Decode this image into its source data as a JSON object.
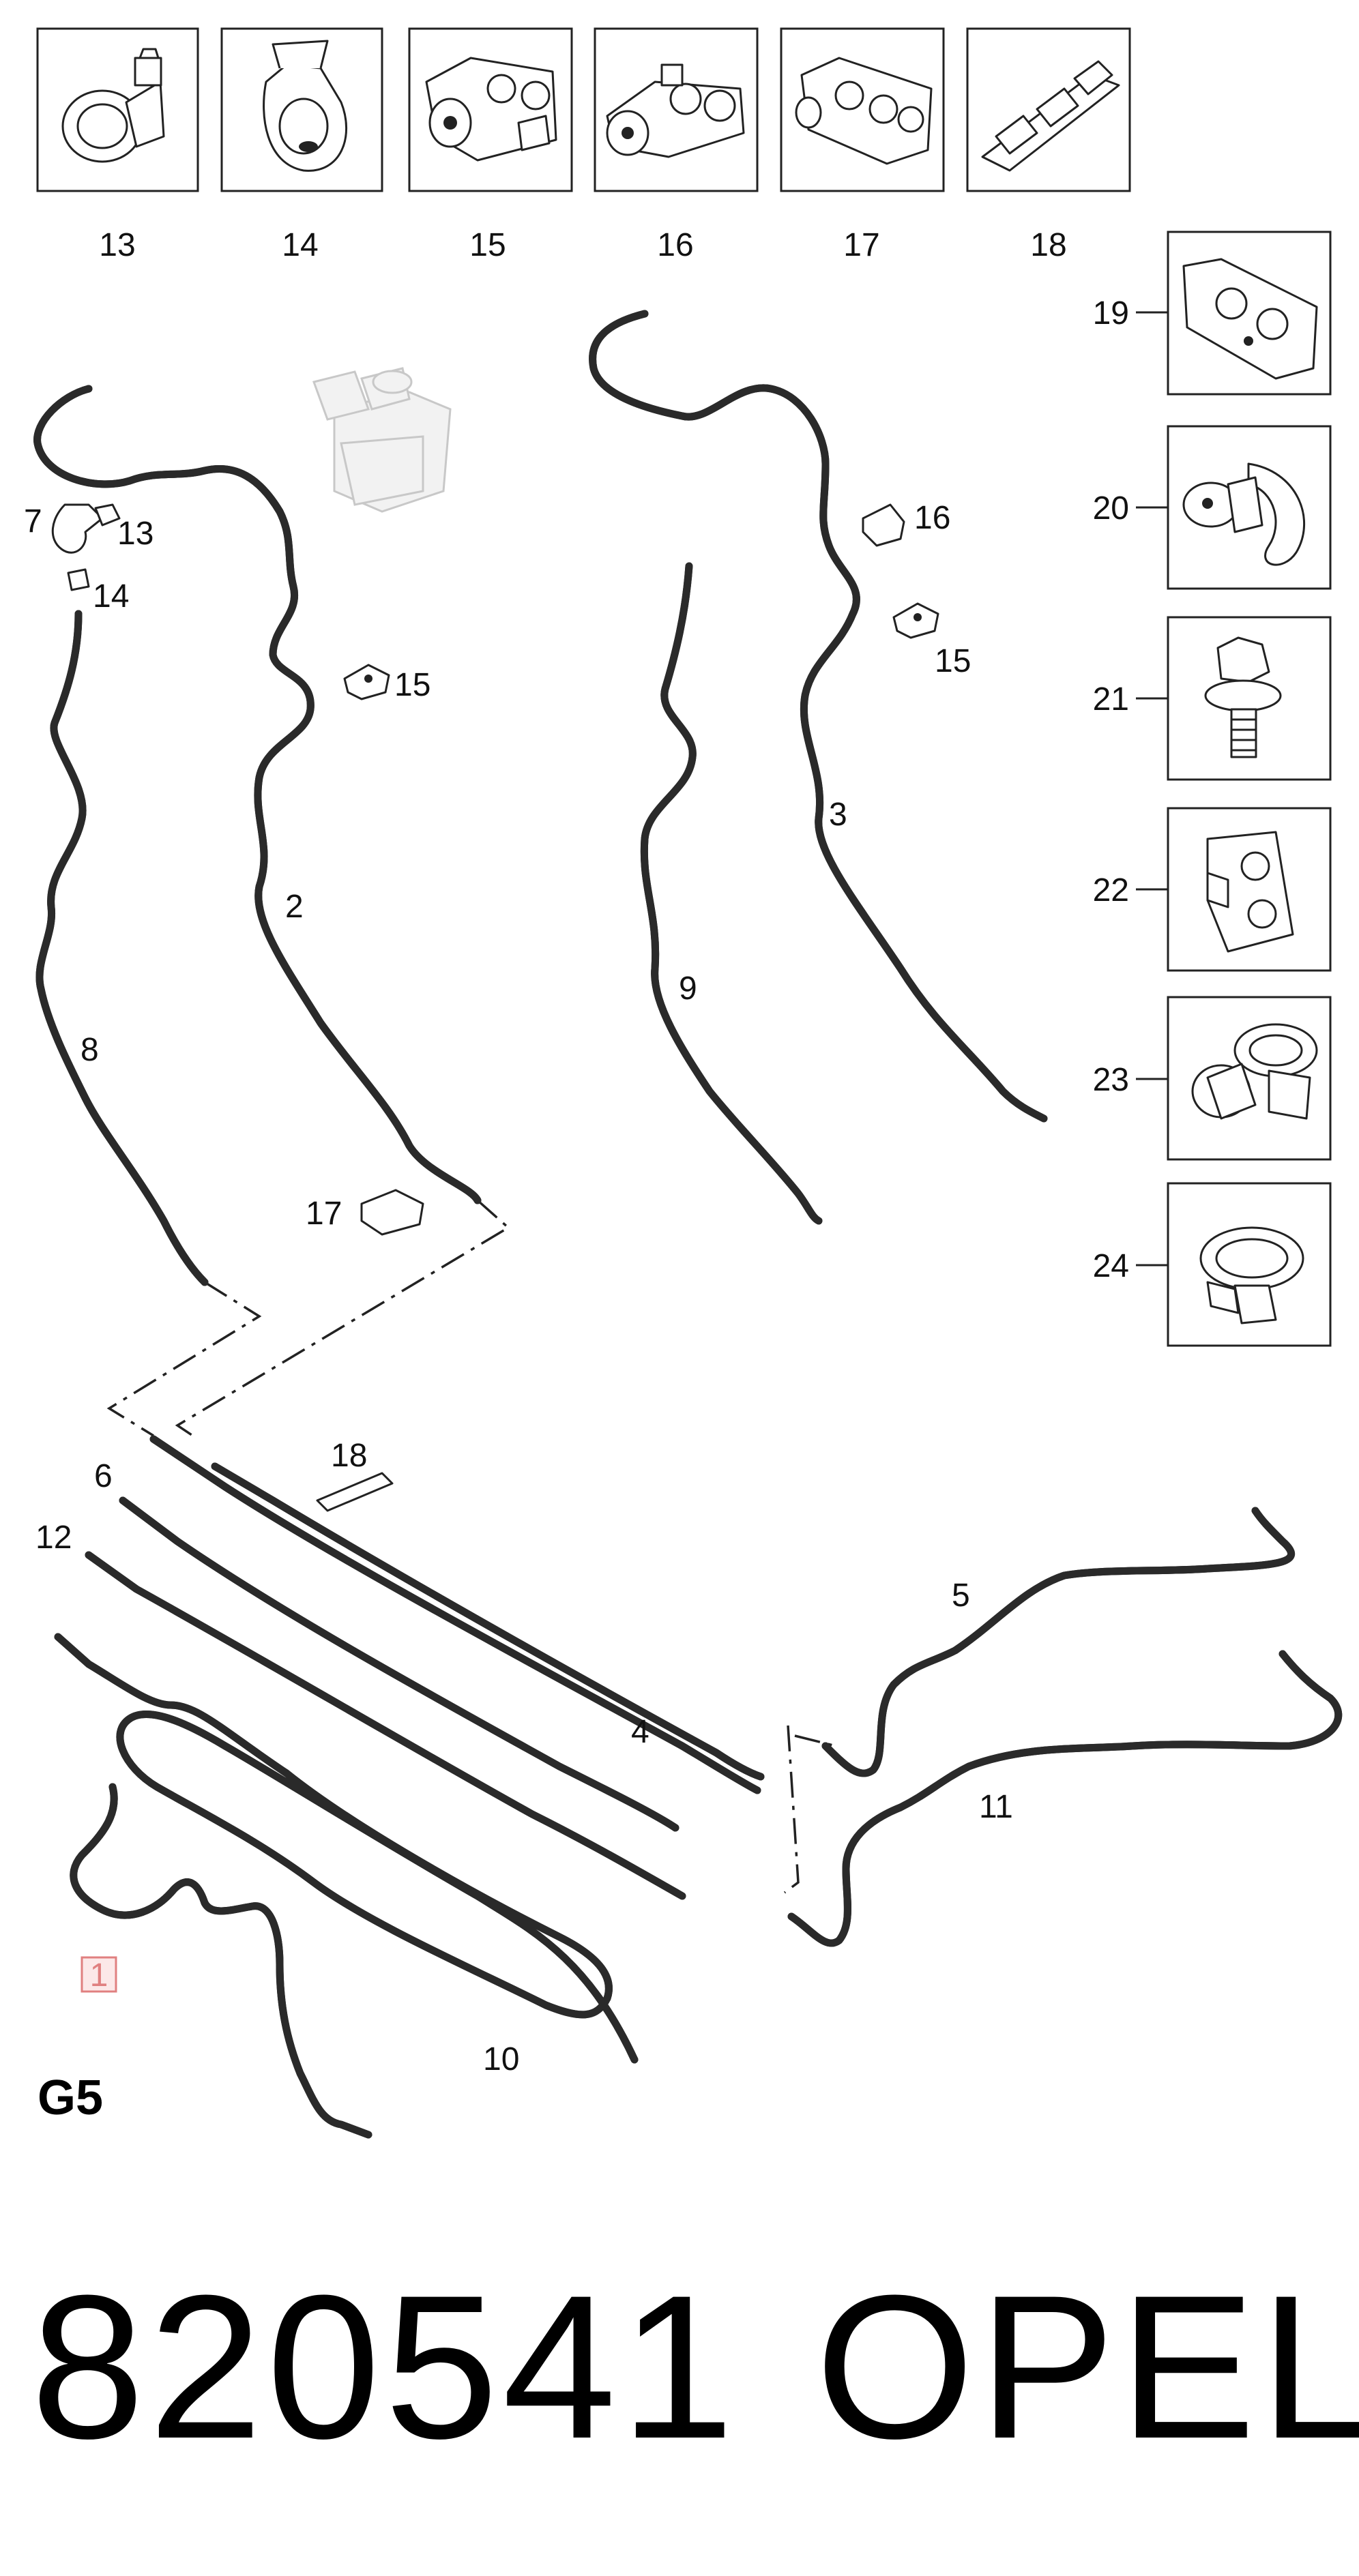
{
  "top_parts": [
    {
      "num": "13",
      "icon": "pipe-clip-icon"
    },
    {
      "num": "14",
      "icon": "strap-clip-icon"
    },
    {
      "num": "15",
      "icon": "double-clip-icon"
    },
    {
      "num": "16",
      "icon": "screw-clip-icon"
    },
    {
      "num": "17",
      "icon": "triple-clip-icon"
    },
    {
      "num": "18",
      "icon": "rail-clip-icon"
    }
  ],
  "side_parts": [
    {
      "num": "19",
      "icon": "bracket-icon"
    },
    {
      "num": "20",
      "icon": "hose-clamp-icon"
    },
    {
      "num": "21",
      "icon": "bolt-icon"
    },
    {
      "num": "22",
      "icon": "retainer-icon"
    },
    {
      "num": "23",
      "icon": "clip-icon"
    },
    {
      "num": "24",
      "icon": "ring-clamp-icon"
    }
  ],
  "callouts": {
    "c7": "7",
    "c13": "13",
    "c14": "14",
    "c15a": "15",
    "c16": "16",
    "c15b": "15",
    "c3": "3",
    "c2": "2",
    "c9": "9",
    "c8": "8",
    "c17": "17",
    "c18": "18",
    "c6": "6",
    "c12": "12",
    "c5": "5",
    "c4": "4",
    "c11": "11",
    "c1": "1",
    "c10": "10"
  },
  "grid_ref": "G5",
  "footer": {
    "code": "820541",
    "brand": "OPEL"
  },
  "colors": {
    "line": "#2a2a2a",
    "highlight_box": "#e08080",
    "ghost": "#c8c8c8"
  }
}
